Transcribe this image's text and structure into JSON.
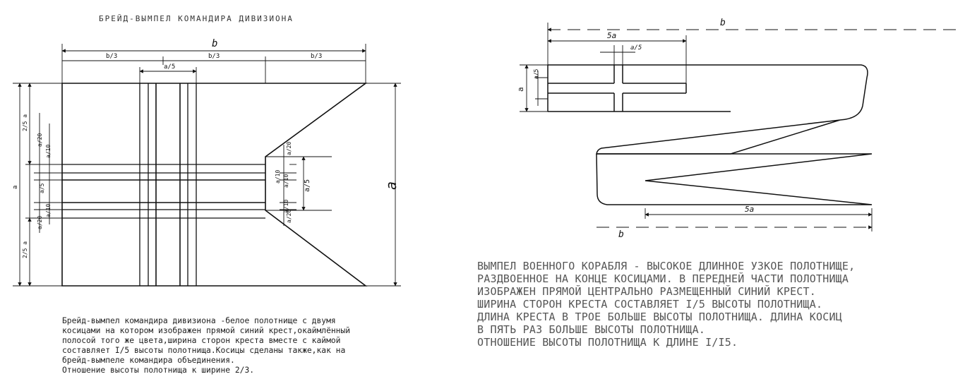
{
  "left_figure": {
    "title": "БРЕЙД-ВЫМПЕЛ КОМАНДИРА ДИВИЗИОНА",
    "dims": {
      "b": "b",
      "b3": "b/3",
      "a5": "a/5",
      "a": "a",
      "a20": "a/20",
      "a10": "a/10",
      "a5u": "2/5 a"
    },
    "description_lines": [
      "Брейд-вымпел командира дивизиона -белое полотнище с двумя",
      "косицами на котором изображен прямой синий крест,окаймлённый",
      "полосой того же цвета,ширина сторон креста вместе с каймой",
      "составляет I/5 высоты полотнища.Косицы сделаны также,как на",
      "брейд-вымпеле командира объединения.",
      "Отношение высоты полотнища к ширине 2/3."
    ]
  },
  "right_figure": {
    "dims": {
      "b": "b",
      "5a": "5a",
      "a5": "a/5",
      "a": "a"
    },
    "description_lines": [
      "ВЫМПЕЛ ВОЕННОГО КОРАБЛЯ - ВЫСОКОЕ ДЛИННОЕ УЗКОЕ ПОЛОТНИЩЕ,",
      "РАЗДВОЕННОЕ НА КОНЦЕ КОСИЦАМИ. В ПЕРЕДНЕЙ ЧАСТИ ПОЛОТНИЩА",
      "ИЗОБРАЖЕН ПРЯМОЙ ЦЕНТРАЛЬНО РАЗМЕЩЕННЫЙ СИНИЙ КРЕСТ.",
      "ШИРИНА СТОРОН КРЕСТА СОСТАВЛЯЕТ I/5 ВЫСОТЫ ПОЛОТНИЩА.",
      "ДЛИНА КРЕСТА В ТРОЕ БОЛЬШЕ ВЫСОТЫ ПОЛОТНИЩА. ДЛИНА КОСИЦ",
      "В ПЯТЬ РАЗ БОЛЬШЕ ВЫСОТЫ ПОЛОТНИЩА.",
      "ОТНОШЕНИЕ ВЫСОТЫ ПОЛОТНИЩА К ДЛИНЕ I/I5."
    ]
  }
}
